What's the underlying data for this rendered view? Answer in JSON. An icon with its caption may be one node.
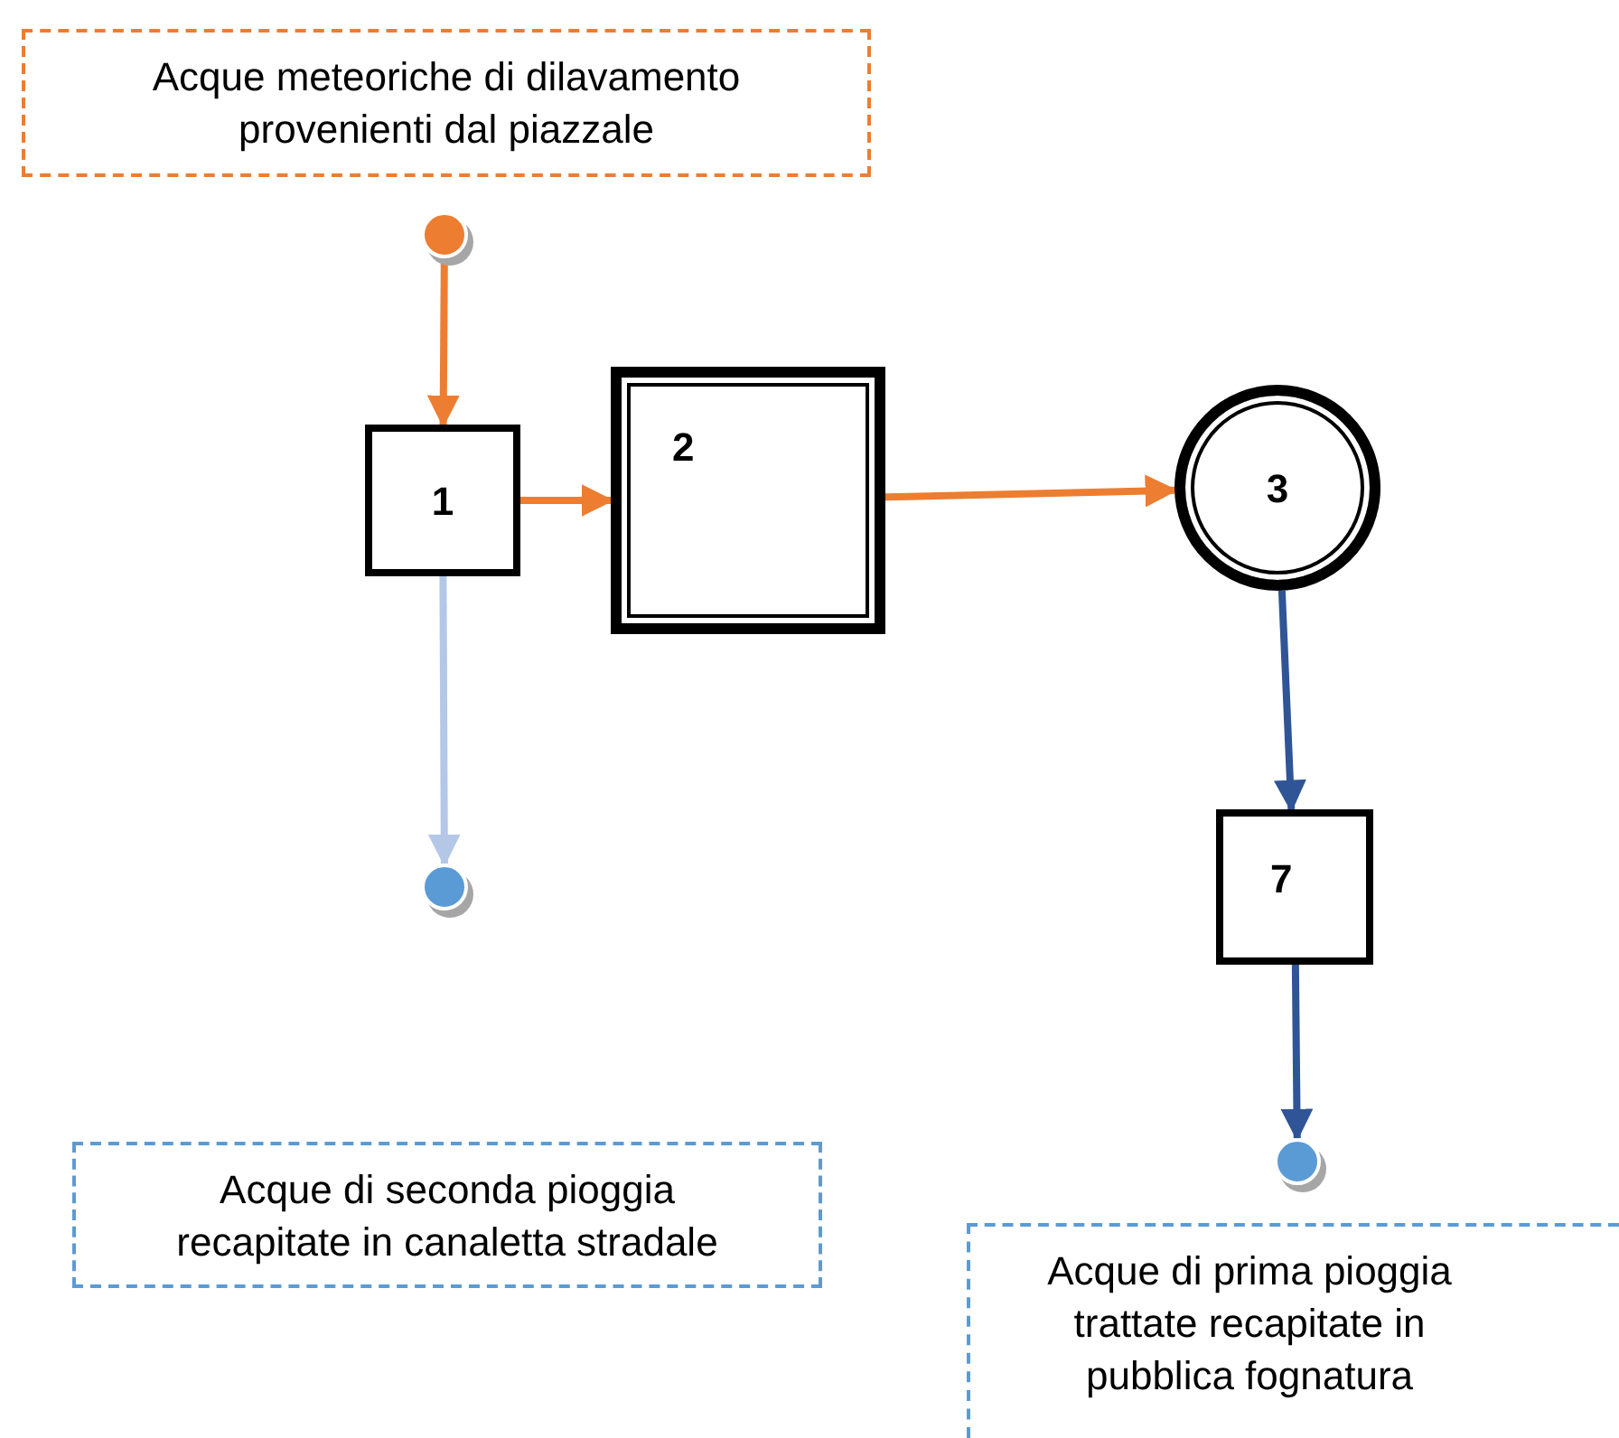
{
  "diagram": {
    "nodes": [
      {
        "text": [
          "Acque meteoriche di dilavamento provenienti dal piazzale"
        ]
      },
      {
        "text": [],
        "shape": "circle"
      },
      {
        "text": [
          "1"
        ]
      },
      {
        "text": [
          "2"
        ]
      },
      {
        "text": [
          "3"
        ]
      },
      {
        "text": [
          "7"
        ]
      },
      {
        "text": [],
        "shape": "circle"
      },
      {
        "text": [],
        "shape": "circle"
      },
      {
        "text": [
          "Acque di seconda pioggia recapitate in canaletta stradale"
        ]
      },
      {
        "text": [
          "Acque di prima pioggia trattate recapitate in pubblica fognatura"
        ]
      }
    ],
    "edges": [
      {
        "from": 1,
        "to": 2,
        "arrow": "to"
      },
      {
        "from": 2,
        "to": 3,
        "arrow": "to"
      },
      {
        "from": 3,
        "to": 4,
        "arrow": "to"
      },
      {
        "from": 4,
        "to": 5,
        "arrow": "to",
        "color": "#2f5597"
      },
      {
        "from": 5,
        "to": 7,
        "arrow": "to",
        "color": "#2f5597"
      },
      {
        "from": 2,
        "to": 6,
        "arrow": "to",
        "color": "#b4c7e7"
      }
    ]
  }
}
